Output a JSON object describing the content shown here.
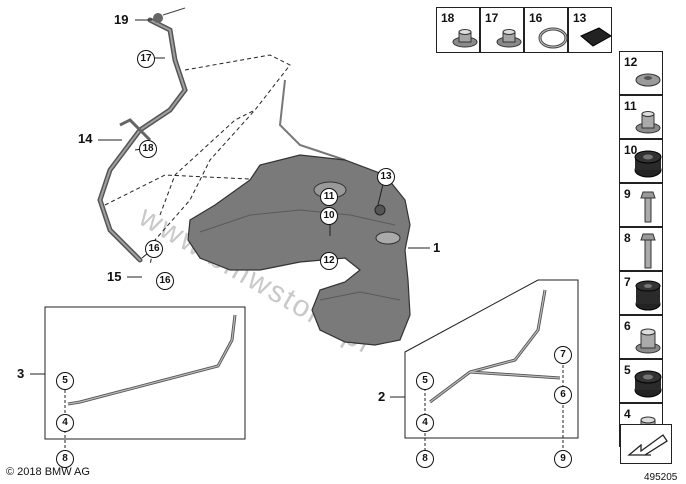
{
  "parts_grid": [
    {
      "num": "18"
    },
    {
      "num": "17"
    },
    {
      "num": "16"
    },
    {
      "num": "13"
    },
    {
      "num": "12"
    },
    {
      "num": "11"
    },
    {
      "num": "10"
    },
    {
      "num": "9"
    },
    {
      "num": "8"
    },
    {
      "num": "7"
    },
    {
      "num": "6"
    },
    {
      "num": "5"
    },
    {
      "num": "4"
    }
  ],
  "main_callouts": {
    "c19": "19",
    "c14": "14",
    "c15": "15",
    "c1": "1",
    "c2": "2",
    "c3": "3"
  },
  "circles": {
    "k17": "17",
    "k18": "18",
    "k16a": "16",
    "k16b": "16",
    "k13": "13",
    "k11": "11",
    "k10": "10",
    "k12": "12",
    "l5": "5",
    "l4": "4",
    "l8": "8",
    "r5": "5",
    "r4": "4",
    "r8": "8",
    "r7": "7",
    "r6": "6",
    "r9": "9"
  },
  "copyright": "© 2018 BMW AG",
  "diagram_id": "495205",
  "watermark": "www.bmwstore.pl"
}
